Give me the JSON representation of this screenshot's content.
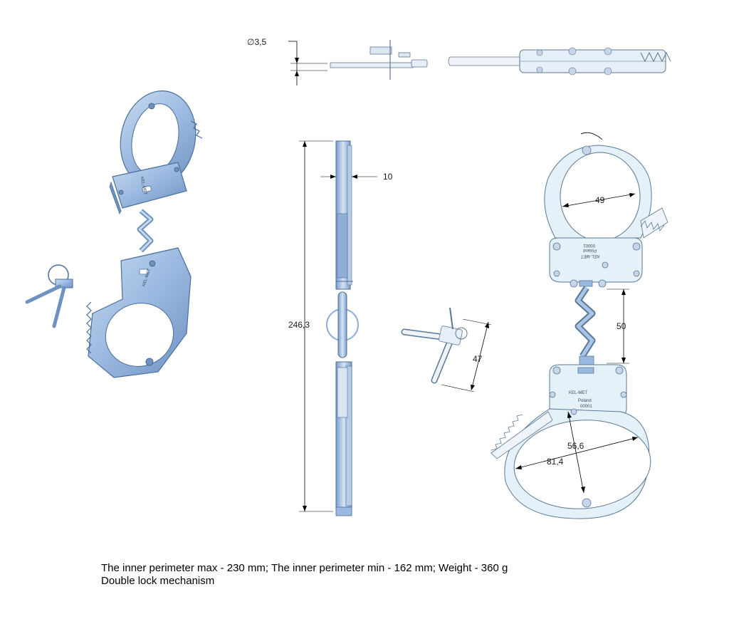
{
  "dimensions": {
    "wire_diameter": "∅3,5",
    "thickness": "10",
    "overall_length": "246,3",
    "upper_cuff_inner": "49",
    "chain_length": "50",
    "key_length": "47",
    "lower_cuff_inner_min": "56,6",
    "lower_cuff_inner_max": "81,4"
  },
  "engravings": {
    "brand": "KEL-MET",
    "origin": "Poland",
    "serial": "00001"
  },
  "caption": {
    "line1": "The inner perimeter max - 230 mm; The inner perimeter min - 162 mm; Weight - 360 g",
    "line2": "Double lock mechanism"
  },
  "colors": {
    "shaded_steel": "#9ab8e0",
    "shaded_dark": "#4a6f9e",
    "light_steel": "#e2f0f8",
    "outline": "#5a7896"
  }
}
